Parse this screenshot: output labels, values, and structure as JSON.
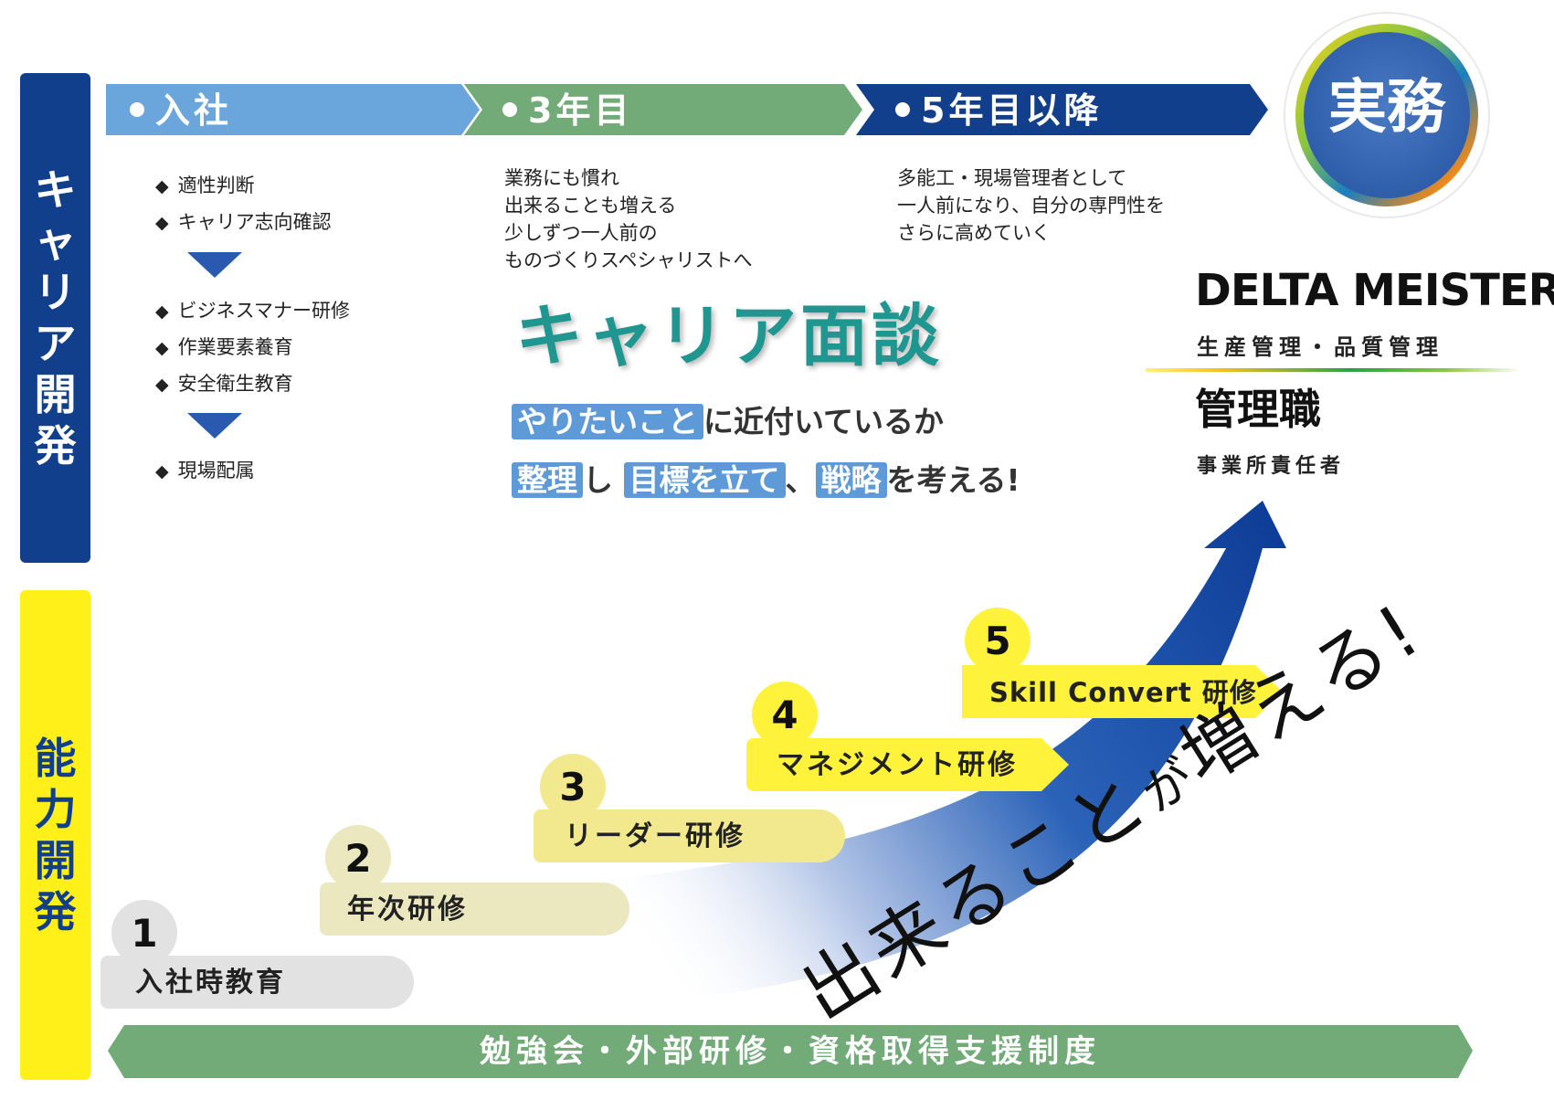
{
  "left_bars": {
    "career": {
      "chars": [
        "キ",
        "ャ",
        "リ",
        "ア",
        "開",
        "発"
      ]
    },
    "ability": {
      "chars": [
        "能",
        "力",
        "開",
        "発"
      ]
    }
  },
  "stages": [
    {
      "label": "入社"
    },
    {
      "label": "3年目"
    },
    {
      "label": "5年目以降"
    }
  ],
  "badge": {
    "label": "実務"
  },
  "entry_items": {
    "group1": [
      "適性判断",
      "キャリア志向確認"
    ],
    "group2": [
      "ビジネスマナー研修",
      "作業要素養育",
      "安全衛生教育"
    ],
    "group3": [
      "現場配属"
    ]
  },
  "year3_desc": [
    "業務にも慣れ",
    "出来ることも増える",
    "少しずつ一人前の",
    "ものづくりスペシャリストへ"
  ],
  "year5_desc": [
    "多能工・現場管理者として",
    "一人前になり、自分の専門性を",
    "さらに高めていく"
  ],
  "interview": {
    "title": "キャリア面談",
    "line1": {
      "hl1": "やりたいこと",
      "t1": "に近付いているか"
    },
    "line2": {
      "hl1": "整理",
      "t1": "し",
      "hl2": "目標を立て",
      "t2": "、",
      "hl3": "戦略",
      "t3": "を考える!"
    }
  },
  "meister": {
    "title": "DELTA MEISTER",
    "subtitle": "生産管理・品質管理",
    "role": "管理職",
    "role_sub": "事業所責任者"
  },
  "steps": [
    {
      "num": "1",
      "label": "入社時教育"
    },
    {
      "num": "2",
      "label": "年次研修"
    },
    {
      "num": "3",
      "label": "リーダー研修"
    },
    {
      "num": "4",
      "label": "マネジメント研修"
    },
    {
      "num": "5",
      "label": "Skill Convert 研修"
    }
  ],
  "slogan": {
    "p1": "出来ること",
    "p2": "が",
    "p3": "増える!"
  },
  "support_bar": {
    "label": "勉強会・外部研修・資格取得支援制度"
  },
  "colors": {
    "navy": "#123f8c",
    "yellow": "#fff01a",
    "light_blue": "#6aa6dc",
    "green": "#72ab78",
    "step_gray": "#e2e2e2",
    "step_cream": "#ebe7bf",
    "step_pale_yellow": "#f2e98f",
    "step_yellow": "#fff23a",
    "highlight_blue": "#5f9ad8",
    "interview_teal": "#1f9690"
  }
}
